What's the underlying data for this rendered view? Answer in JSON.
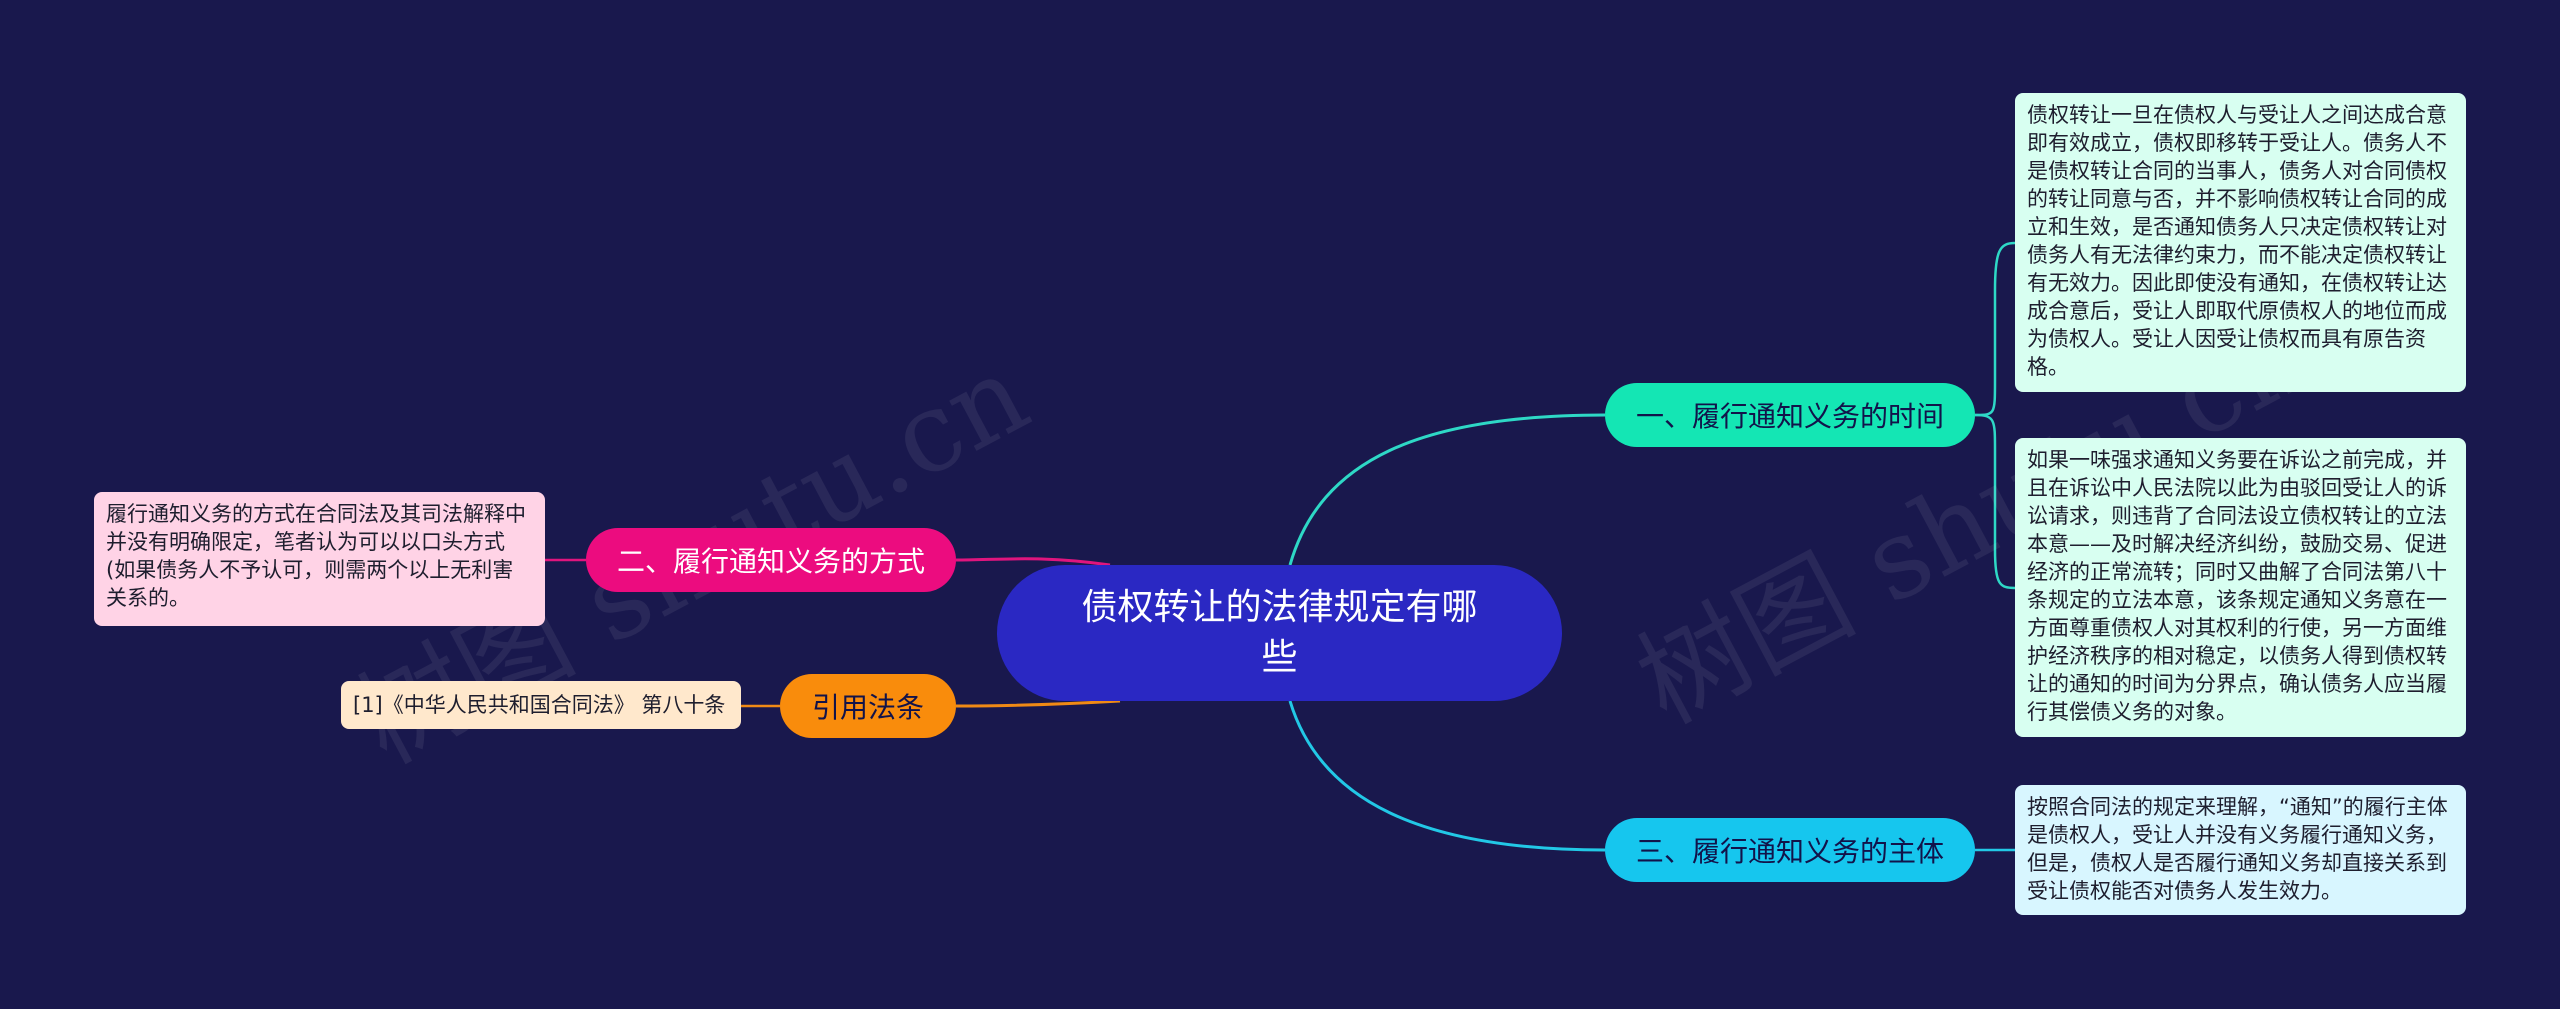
{
  "root": {
    "label": "债权转让的法律规定有哪些"
  },
  "branches": {
    "time": {
      "label": "一、履行通知义务的时间",
      "color": "#14e6b4",
      "leaves": [
        "债权转让一旦在债权人与受让人之间达成合意即有效成立，债权即移转于受让人。债务人不是债权转让合同的当事人，债务人对合同债权的转让同意与否，并不影响债权转让合同的成立和生效，是否通知债务人只决定债权转让对债务人有无法律约束力，而不能决定债权转让有无效力。因此即使没有通知，在债权转让达成合意后，受让人即取代原债权人的地位而成为债权人。受让人因受让债权而具有原告资格。",
        "如果一味强求通知义务要在诉讼之前完成，并且在诉讼中人民法院以此为由驳回受让人的诉讼请求，则违背了合同法设立债权转让的立法本意——及时解决经济纠纷，鼓励交易、促进经济的正常流转；同时又曲解了合同法第八十条规定的立法本意，该条规定通知义务意在一方面尊重债权人对其权利的行使，另一方面维护经济秩序的相对稳定，以债务人得到债权转让的通知的时间为分界点，确认债务人应当履行其偿债义务的对象。"
      ]
    },
    "subject": {
      "label": "三、履行通知义务的主体",
      "color": "#16c6ee",
      "leaves": [
        "按照合同法的规定来理解，“通知”的履行主体是债权人，受让人并没有义务履行通知义务，但是，债权人是否履行通知义务却直接关系到受让债权能否对债务人发生效力。"
      ]
    },
    "method": {
      "label": "二、履行通知义务的方式",
      "color": "#ec0c7f",
      "leaves": [
        "履行通知义务的方式在合同法及其司法解释中并没有明确限定，笔者认为可以以口头方式(如果债务人不予认可，则需两个以上无利害关系的。"
      ]
    },
    "citation": {
      "label": "引用法条",
      "color": "#f98c0c",
      "leaves": [
        "[1]《中华人民共和国合同法》 第八十条"
      ]
    }
  },
  "watermarks": [
    "树图 shutu.cn",
    "树图 shutu.cn"
  ]
}
